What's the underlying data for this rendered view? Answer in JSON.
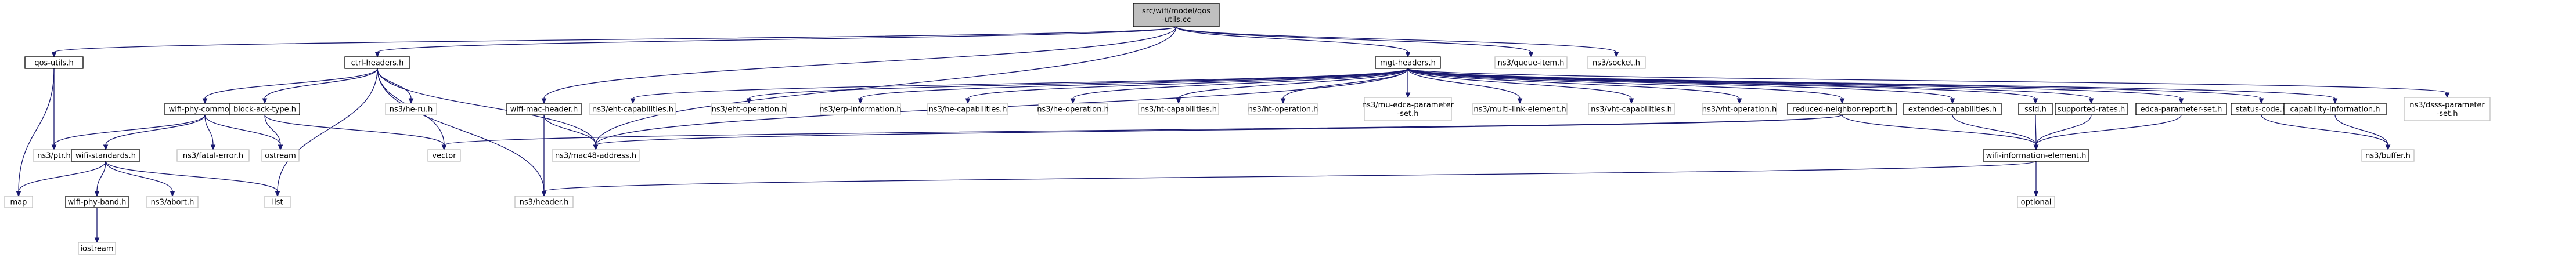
{
  "diagram": {
    "colors": {
      "root_fill": "#bfbfbf",
      "root_stroke": "#000000",
      "linked_fill": "#ffffff",
      "linked_stroke": "#000000",
      "external_stroke": "#bfbfbf",
      "edge": "#191970"
    },
    "nodes": [
      {
        "id": "root",
        "lines": [
          "src/wifi/model/qos",
          "-utils.cc"
        ],
        "kind": "root"
      },
      {
        "id": "qos_utils",
        "lines": [
          "qos-utils.h"
        ],
        "kind": "linked"
      },
      {
        "id": "ctrl_headers",
        "lines": [
          "ctrl-headers.h"
        ],
        "kind": "linked"
      },
      {
        "id": "wifi_mac_header",
        "lines": [
          "wifi-mac-header.h"
        ],
        "kind": "linked"
      },
      {
        "id": "mgt_headers",
        "lines": [
          "mgt-headers.h"
        ],
        "kind": "linked"
      },
      {
        "id": "queue_item",
        "lines": [
          "ns3/queue-item.h"
        ],
        "kind": "external"
      },
      {
        "id": "socket",
        "lines": [
          "ns3/socket.h"
        ],
        "kind": "external"
      },
      {
        "id": "wifi_phy_common",
        "lines": [
          "wifi-phy-common.h"
        ],
        "kind": "linked"
      },
      {
        "id": "block_ack_type",
        "lines": [
          "block-ack-type.h"
        ],
        "kind": "linked"
      },
      {
        "id": "he_ru",
        "lines": [
          "ns3/he-ru.h"
        ],
        "kind": "external"
      },
      {
        "id": "eht_capabilities",
        "lines": [
          "ns3/eht-capabilities.h"
        ],
        "kind": "external"
      },
      {
        "id": "eht_operation",
        "lines": [
          "ns3/eht-operation.h"
        ],
        "kind": "external"
      },
      {
        "id": "erp_information",
        "lines": [
          "ns3/erp-information.h"
        ],
        "kind": "external"
      },
      {
        "id": "he_capabilities",
        "lines": [
          "ns3/he-capabilities.h"
        ],
        "kind": "external"
      },
      {
        "id": "he_operation",
        "lines": [
          "ns3/he-operation.h"
        ],
        "kind": "external"
      },
      {
        "id": "ht_capabilities",
        "lines": [
          "ns3/ht-capabilities.h"
        ],
        "kind": "external"
      },
      {
        "id": "ht_operation",
        "lines": [
          "ns3/ht-operation.h"
        ],
        "kind": "external"
      },
      {
        "id": "mu_edca",
        "lines": [
          "ns3/mu-edca-parameter",
          "-set.h"
        ],
        "kind": "external"
      },
      {
        "id": "multi_link",
        "lines": [
          "ns3/multi-link-element.h"
        ],
        "kind": "external"
      },
      {
        "id": "vht_capabilities",
        "lines": [
          "ns3/vht-capabilities.h"
        ],
        "kind": "external"
      },
      {
        "id": "vht_operation",
        "lines": [
          "ns3/vht-operation.h"
        ],
        "kind": "external"
      },
      {
        "id": "reduced_neighbor",
        "lines": [
          "reduced-neighbor-report.h"
        ],
        "kind": "linked"
      },
      {
        "id": "extended_caps",
        "lines": [
          "extended-capabilities.h"
        ],
        "kind": "linked"
      },
      {
        "id": "ssid",
        "lines": [
          "ssid.h"
        ],
        "kind": "linked"
      },
      {
        "id": "supported_rates",
        "lines": [
          "supported-rates.h"
        ],
        "kind": "linked"
      },
      {
        "id": "edca_param",
        "lines": [
          "edca-parameter-set.h"
        ],
        "kind": "linked"
      },
      {
        "id": "status_code",
        "lines": [
          "status-code.h"
        ],
        "kind": "linked"
      },
      {
        "id": "capability_info",
        "lines": [
          "capability-information.h"
        ],
        "kind": "linked"
      },
      {
        "id": "dsss_param",
        "lines": [
          "ns3/dsss-parameter",
          "-set.h"
        ],
        "kind": "external"
      },
      {
        "id": "ptr",
        "lines": [
          "ns3/ptr.h"
        ],
        "kind": "external"
      },
      {
        "id": "map",
        "lines": [
          "map"
        ],
        "kind": "external"
      },
      {
        "id": "wifi_standards",
        "lines": [
          "wifi-standards.h"
        ],
        "kind": "linked"
      },
      {
        "id": "fatal_error",
        "lines": [
          "ns3/fatal-error.h"
        ],
        "kind": "external"
      },
      {
        "id": "ostream",
        "lines": [
          "ostream"
        ],
        "kind": "external"
      },
      {
        "id": "vector",
        "lines": [
          "vector"
        ],
        "kind": "external"
      },
      {
        "id": "mac48",
        "lines": [
          "ns3/mac48-address.h"
        ],
        "kind": "external"
      },
      {
        "id": "wifi_phy_band",
        "lines": [
          "wifi-phy-band.h"
        ],
        "kind": "linked"
      },
      {
        "id": "abort",
        "lines": [
          "ns3/abort.h"
        ],
        "kind": "external"
      },
      {
        "id": "list",
        "lines": [
          "list"
        ],
        "kind": "external"
      },
      {
        "id": "iostream",
        "lines": [
          "iostream"
        ],
        "kind": "external"
      },
      {
        "id": "header",
        "lines": [
          "ns3/header.h"
        ],
        "kind": "external"
      },
      {
        "id": "wifi_info_element",
        "lines": [
          "wifi-information-element.h"
        ],
        "kind": "linked"
      },
      {
        "id": "optional",
        "lines": [
          "optional"
        ],
        "kind": "external"
      },
      {
        "id": "buffer",
        "lines": [
          "ns3/buffer.h"
        ],
        "kind": "external"
      }
    ],
    "edges": [
      [
        "root",
        "qos_utils"
      ],
      [
        "root",
        "ctrl_headers"
      ],
      [
        "root",
        "wifi_mac_header"
      ],
      [
        "root",
        "mgt_headers"
      ],
      [
        "root",
        "queue_item"
      ],
      [
        "root",
        "socket"
      ],
      [
        "root",
        "mac48"
      ],
      [
        "qos_utils",
        "ptr"
      ],
      [
        "qos_utils",
        "map"
      ],
      [
        "ctrl_headers",
        "wifi_phy_common"
      ],
      [
        "ctrl_headers",
        "block_ack_type"
      ],
      [
        "ctrl_headers",
        "he_ru"
      ],
      [
        "ctrl_headers",
        "mac48"
      ],
      [
        "ctrl_headers",
        "header"
      ],
      [
        "ctrl_headers",
        "vector"
      ],
      [
        "ctrl_headers",
        "list"
      ],
      [
        "wifi_phy_common",
        "ptr"
      ],
      [
        "wifi_phy_common",
        "wifi_standards"
      ],
      [
        "wifi_phy_common",
        "fatal_error"
      ],
      [
        "wifi_phy_common",
        "ostream"
      ],
      [
        "wifi_standards",
        "wifi_phy_band"
      ],
      [
        "wifi_standards",
        "abort"
      ],
      [
        "wifi_standards",
        "map"
      ],
      [
        "wifi_standards",
        "list"
      ],
      [
        "wifi_phy_band",
        "iostream"
      ],
      [
        "block_ack_type",
        "ostream"
      ],
      [
        "block_ack_type",
        "vector"
      ],
      [
        "wifi_mac_header",
        "mac48"
      ],
      [
        "wifi_mac_header",
        "header"
      ],
      [
        "mgt_headers",
        "eht_capabilities"
      ],
      [
        "mgt_headers",
        "eht_operation"
      ],
      [
        "mgt_headers",
        "erp_information"
      ],
      [
        "mgt_headers",
        "he_capabilities"
      ],
      [
        "mgt_headers",
        "he_operation"
      ],
      [
        "mgt_headers",
        "ht_capabilities"
      ],
      [
        "mgt_headers",
        "ht_operation"
      ],
      [
        "mgt_headers",
        "mu_edca"
      ],
      [
        "mgt_headers",
        "multi_link"
      ],
      [
        "mgt_headers",
        "vht_capabilities"
      ],
      [
        "mgt_headers",
        "vht_operation"
      ],
      [
        "mgt_headers",
        "reduced_neighbor"
      ],
      [
        "mgt_headers",
        "extended_caps"
      ],
      [
        "mgt_headers",
        "ssid"
      ],
      [
        "mgt_headers",
        "supported_rates"
      ],
      [
        "mgt_headers",
        "edca_param"
      ],
      [
        "mgt_headers",
        "status_code"
      ],
      [
        "mgt_headers",
        "capability_info"
      ],
      [
        "mgt_headers",
        "dsss_param"
      ],
      [
        "mgt_headers",
        "mac48"
      ],
      [
        "reduced_neighbor",
        "vector"
      ],
      [
        "reduced_neighbor",
        "wifi_info_element"
      ],
      [
        "reduced_neighbor",
        "mac48"
      ],
      [
        "extended_caps",
        "wifi_info_element"
      ],
      [
        "ssid",
        "wifi_info_element"
      ],
      [
        "supported_rates",
        "wifi_info_element"
      ],
      [
        "edca_param",
        "wifi_info_element"
      ],
      [
        "status_code",
        "buffer"
      ],
      [
        "capability_info",
        "buffer"
      ],
      [
        "wifi_info_element",
        "header"
      ],
      [
        "wifi_info_element",
        "optional"
      ]
    ]
  }
}
